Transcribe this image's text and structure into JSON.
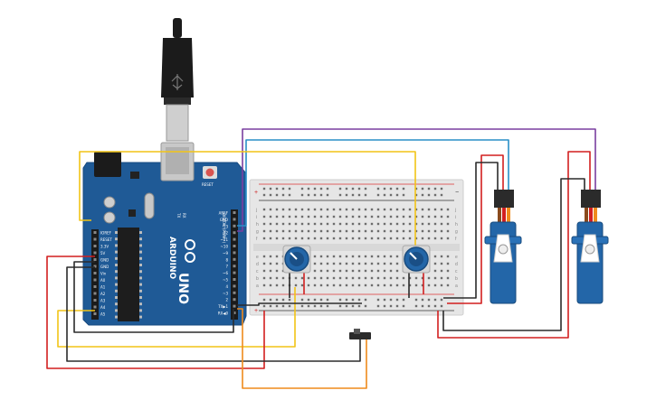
{
  "board": {
    "brand": "ARDUINO",
    "model": "UNO",
    "reset_label": "RESET",
    "ioref_label": "IOREF",
    "digital_label": "DIGITAL (PWM~)",
    "tx_label": "TX",
    "rx_label": "RX",
    "pin_labels_left": [
      "IOREF",
      "RESET",
      "3.3V",
      "5V",
      "GND",
      "GND",
      "Vin",
      "A0",
      "A1",
      "A2",
      "A3",
      "A4",
      "A5"
    ],
    "pin_labels_right": [
      "AREF",
      "GND",
      "13",
      "12",
      "~11",
      "~10",
      "~9",
      "8",
      "7",
      "~6",
      "~5",
      "4",
      "~3",
      "2",
      "TX▶1",
      "RX◀0"
    ],
    "colors": {
      "pcb": "#1f5a96",
      "header": "#1b1b1b",
      "usb_metal": "#c8c8c8"
    }
  },
  "breadboard": {
    "rail_plus": "+",
    "rail_minus": "−",
    "row_letters_top": [
      "j",
      "i",
      "h",
      "g",
      "f"
    ],
    "row_letters_bottom": [
      "e",
      "d",
      "c",
      "b",
      "a"
    ],
    "color": "#e6e6e6"
  },
  "components": {
    "potentiometers": [
      {
        "name": "pot-1"
      },
      {
        "name": "pot-2"
      }
    ],
    "servos": [
      {
        "name": "servo-1"
      },
      {
        "name": "servo-2"
      }
    ],
    "switch": {
      "name": "slide-switch"
    }
  },
  "wire_colors": {
    "red": "#d21f1f",
    "black": "#2b2b2b",
    "yellow": "#f2c417",
    "orange": "#ef8a1c",
    "blue": "#2a8fc7",
    "purple": "#7a3fa0"
  }
}
